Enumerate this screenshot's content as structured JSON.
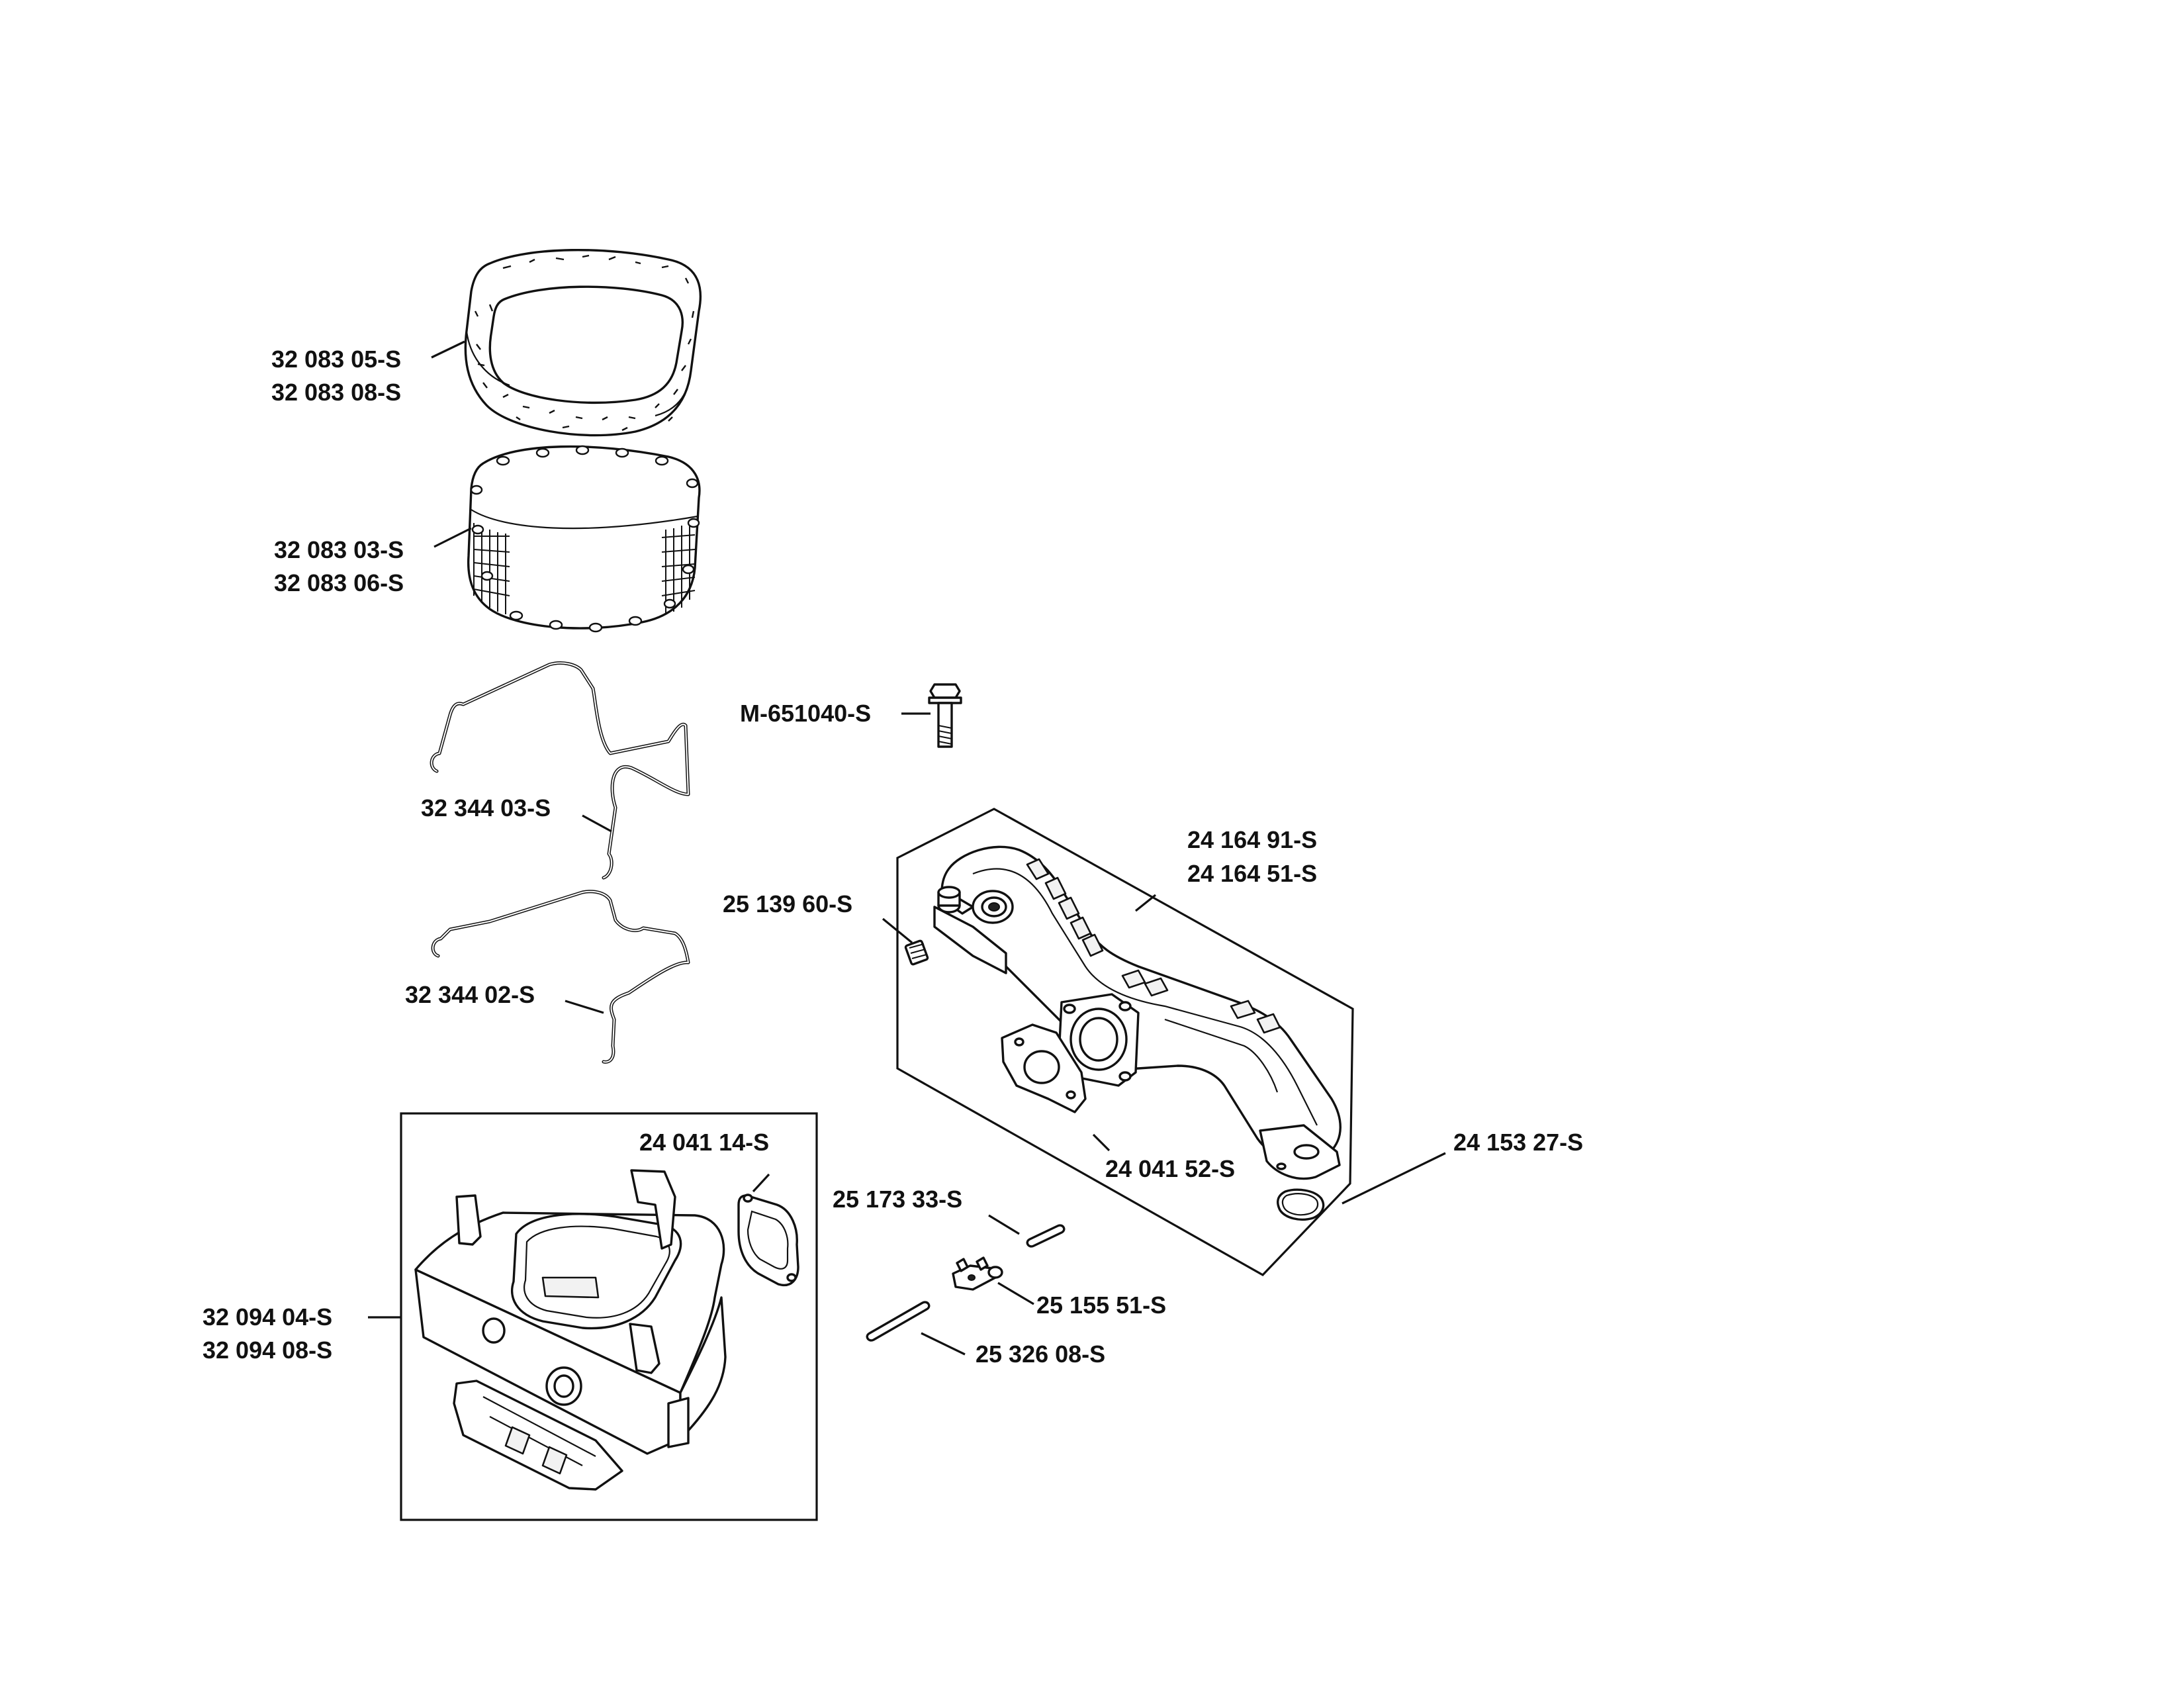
{
  "parts": {
    "foam_filter": [
      "32 083 05-S",
      "32 083 08-S"
    ],
    "paper_filter": [
      "32 083 03-S",
      "32 083 06-S"
    ],
    "screw": "M-651040-S",
    "upper_clip": "32 344 03-S",
    "lower_clip": "32 344 02-S",
    "manifold": [
      "24 164 91-S",
      "24 164 51-S"
    ],
    "plug": "25 139 60-S",
    "manifold_gasket": "24 041 52-S",
    "o_ring": "24 153 27-S",
    "base_gasket": "24 041 14-S",
    "pin_short": "25 173 33-S",
    "bracket": "25 155 51-S",
    "pin_long": "25 326 08-S",
    "air_cleaner_base": [
      "32 094 04-S",
      "32 094 08-S"
    ]
  }
}
